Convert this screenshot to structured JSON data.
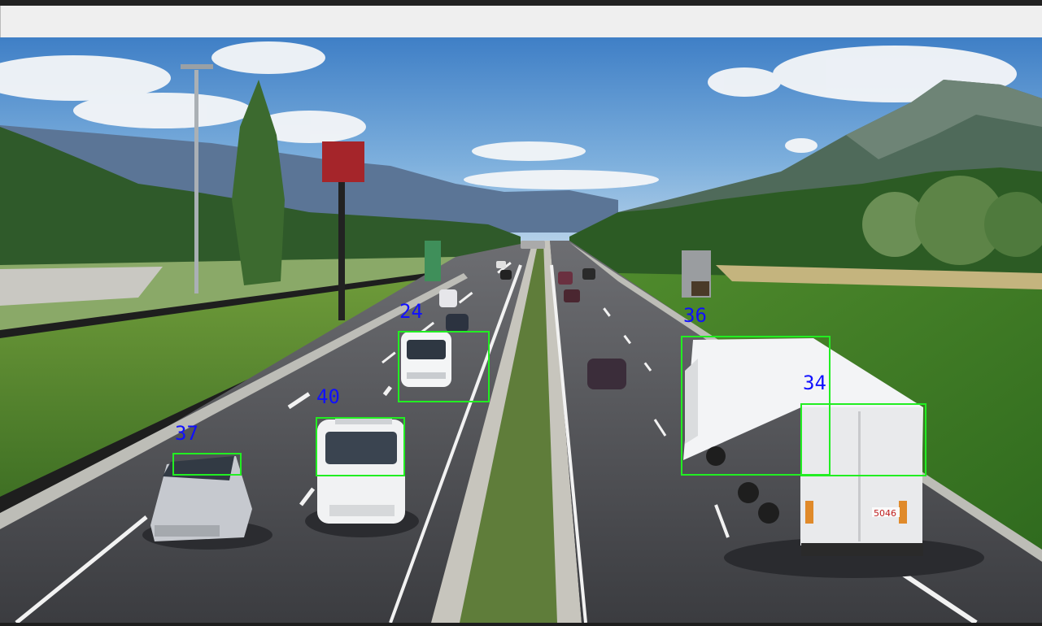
{
  "window": {
    "title": ""
  },
  "colors": {
    "box": "#22ee22",
    "label": "#1010ff"
  },
  "detections": [
    {
      "track_id": "24",
      "class": "van"
    },
    {
      "track_id": "40",
      "class": "van"
    },
    {
      "track_id": "37",
      "class": "car"
    },
    {
      "track_id": "36",
      "class": "truck"
    },
    {
      "track_id": "34",
      "class": "truck"
    }
  ]
}
